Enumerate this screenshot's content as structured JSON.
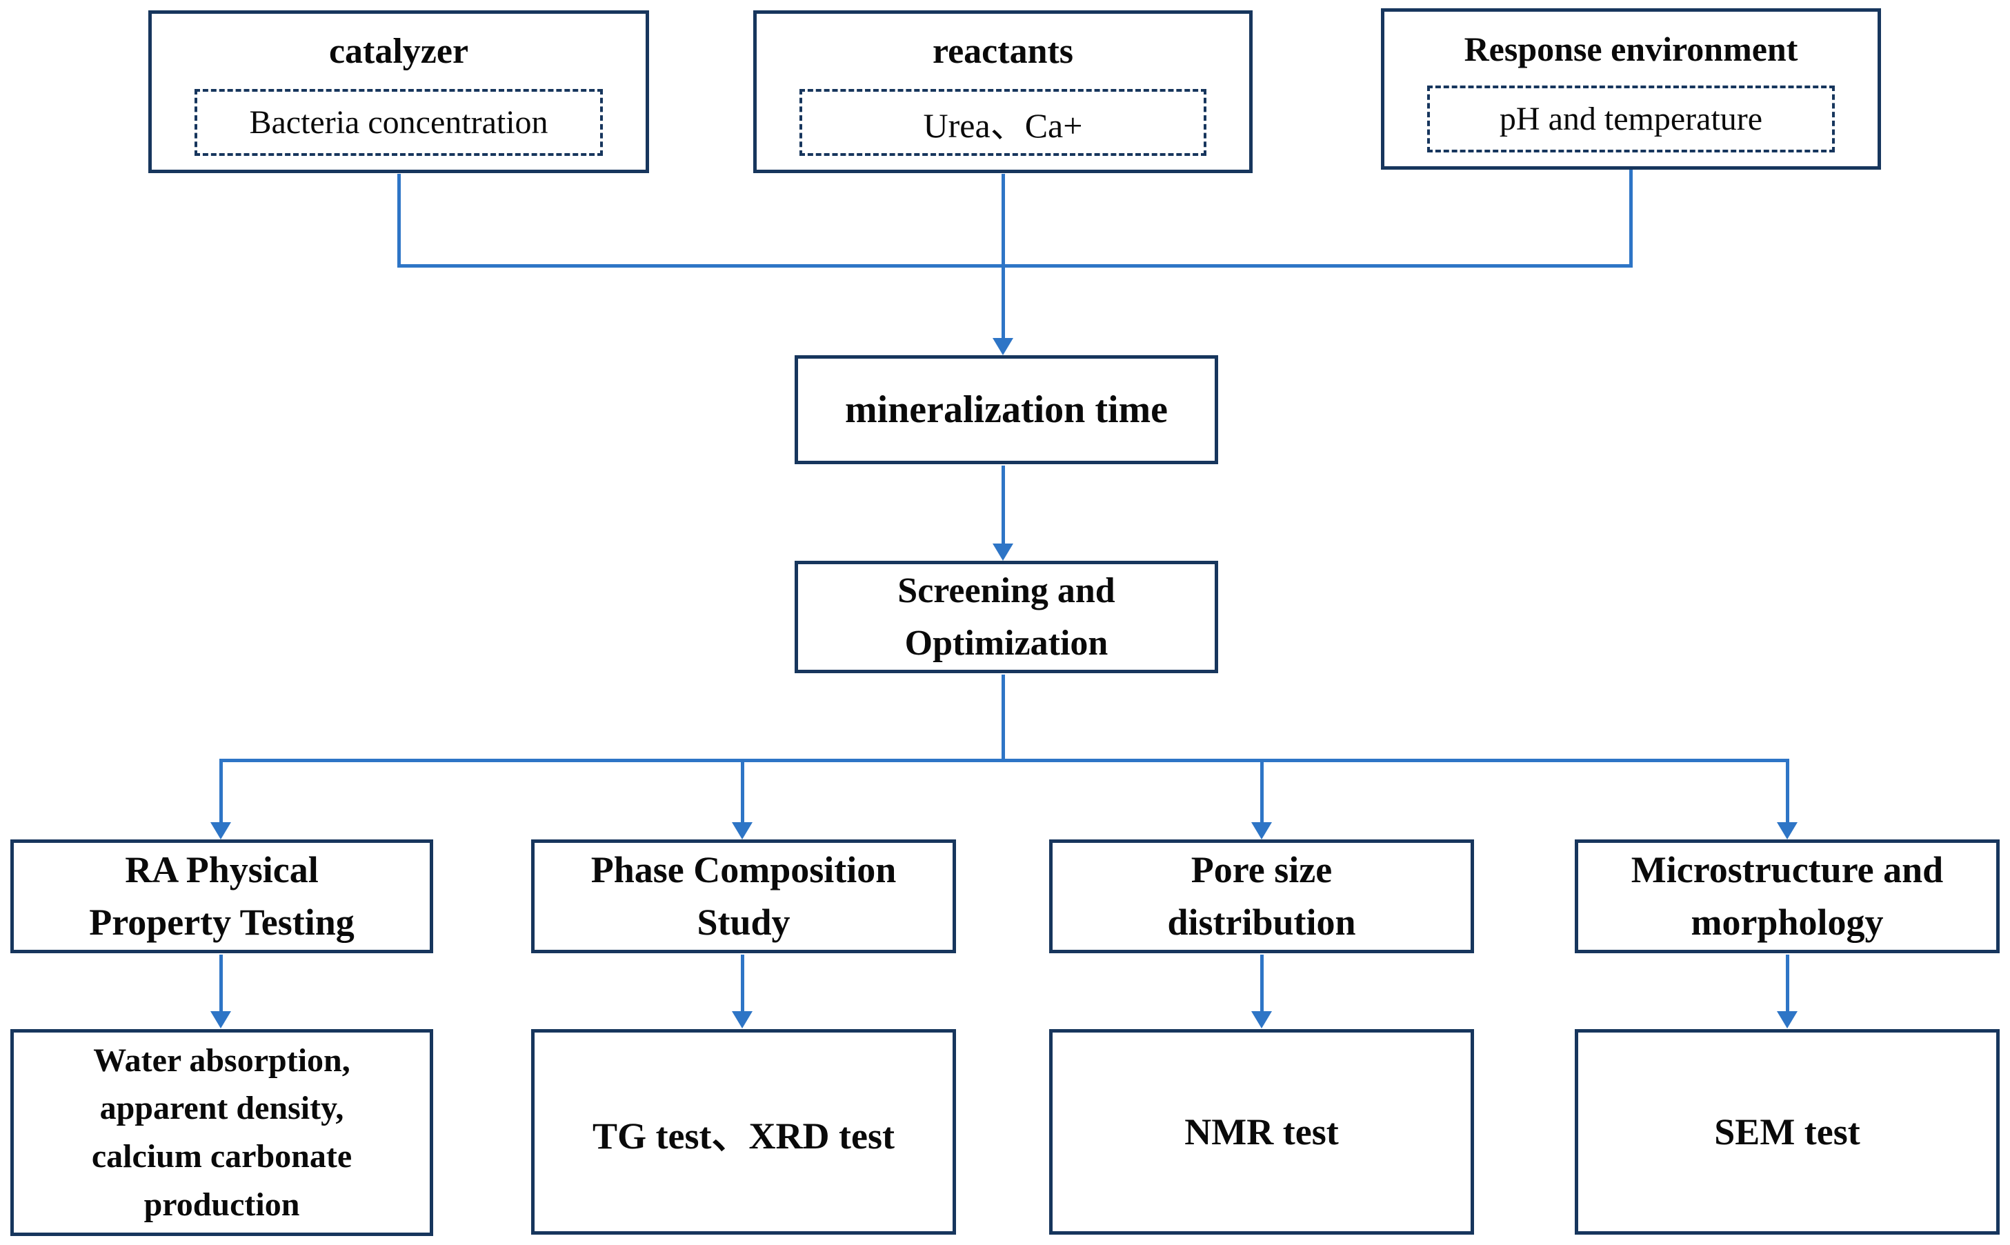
{
  "diagram": {
    "title_hint": "Experimental design flowchart",
    "colors": {
      "box_border_navy": "#17365d",
      "connector_blue": "#2e75c6",
      "text_black": "#0a0a0a",
      "background": "#ffffff"
    },
    "top_row": [
      {
        "title": "catalyzer",
        "detail": "Bacteria concentration"
      },
      {
        "title": "reactants",
        "detail": "Urea、Ca+"
      },
      {
        "title": "Response environment",
        "detail": "pH and temperature"
      }
    ],
    "process": {
      "mineralization": {
        "label": "mineralization time"
      },
      "screening": {
        "label": "Screening and\nOptimization"
      }
    },
    "branches": [
      {
        "title": "RA Physical\nProperty Testing",
        "test": "Water absorption,\napparent density,\ncalcium carbonate\nproduction"
      },
      {
        "title": "Phase Composition\nStudy",
        "test": "TG test、XRD test"
      },
      {
        "title": "Pore size\ndistribution",
        "test": "NMR test"
      },
      {
        "title": "Microstructure and\nmorphology",
        "test": "SEM test"
      }
    ]
  }
}
